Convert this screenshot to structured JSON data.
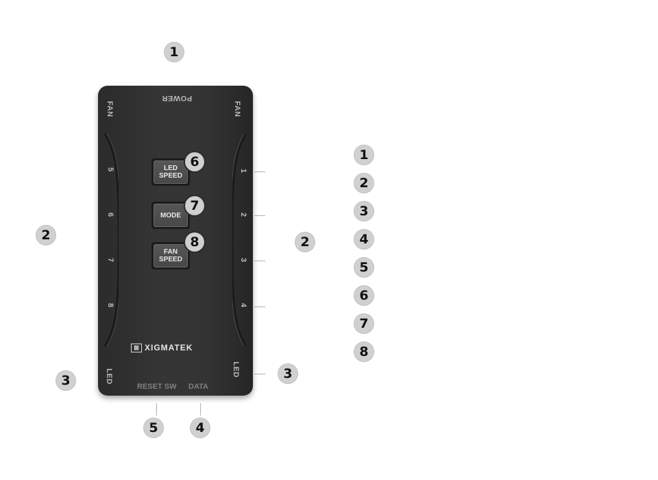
{
  "callouts": {
    "top_power": "1",
    "left_fan_group": "2",
    "right_fan_group": "2",
    "left_led": "3",
    "right_led": "3",
    "reset_sw": "5",
    "data": "4",
    "led_speed": "6",
    "mode": "7",
    "fan_speed": "8"
  },
  "legend": [
    "1",
    "2",
    "3",
    "4",
    "5",
    "6",
    "7",
    "8"
  ],
  "hub": {
    "top_label": "POWER",
    "fan_left": "FAN",
    "fan_right": "FAN",
    "led_left": "LED",
    "led_right": "LED",
    "brand": "XIGMATEK",
    "logo_glyph": "⊠",
    "left_ports": [
      "5",
      "6",
      "7",
      "8"
    ],
    "right_ports": [
      "1",
      "2",
      "3",
      "4"
    ],
    "buttons": {
      "led_speed": "LED\nSPEED",
      "mode": "MODE",
      "fan_speed": "FAN\nSPEED"
    },
    "bottom_reset": "RESET SW",
    "bottom_data": "DATA"
  },
  "colors": {
    "hub_body": "#2f2f2f",
    "badge_bg": "#d0d0d0",
    "label_gray": "#b9b9b9"
  }
}
